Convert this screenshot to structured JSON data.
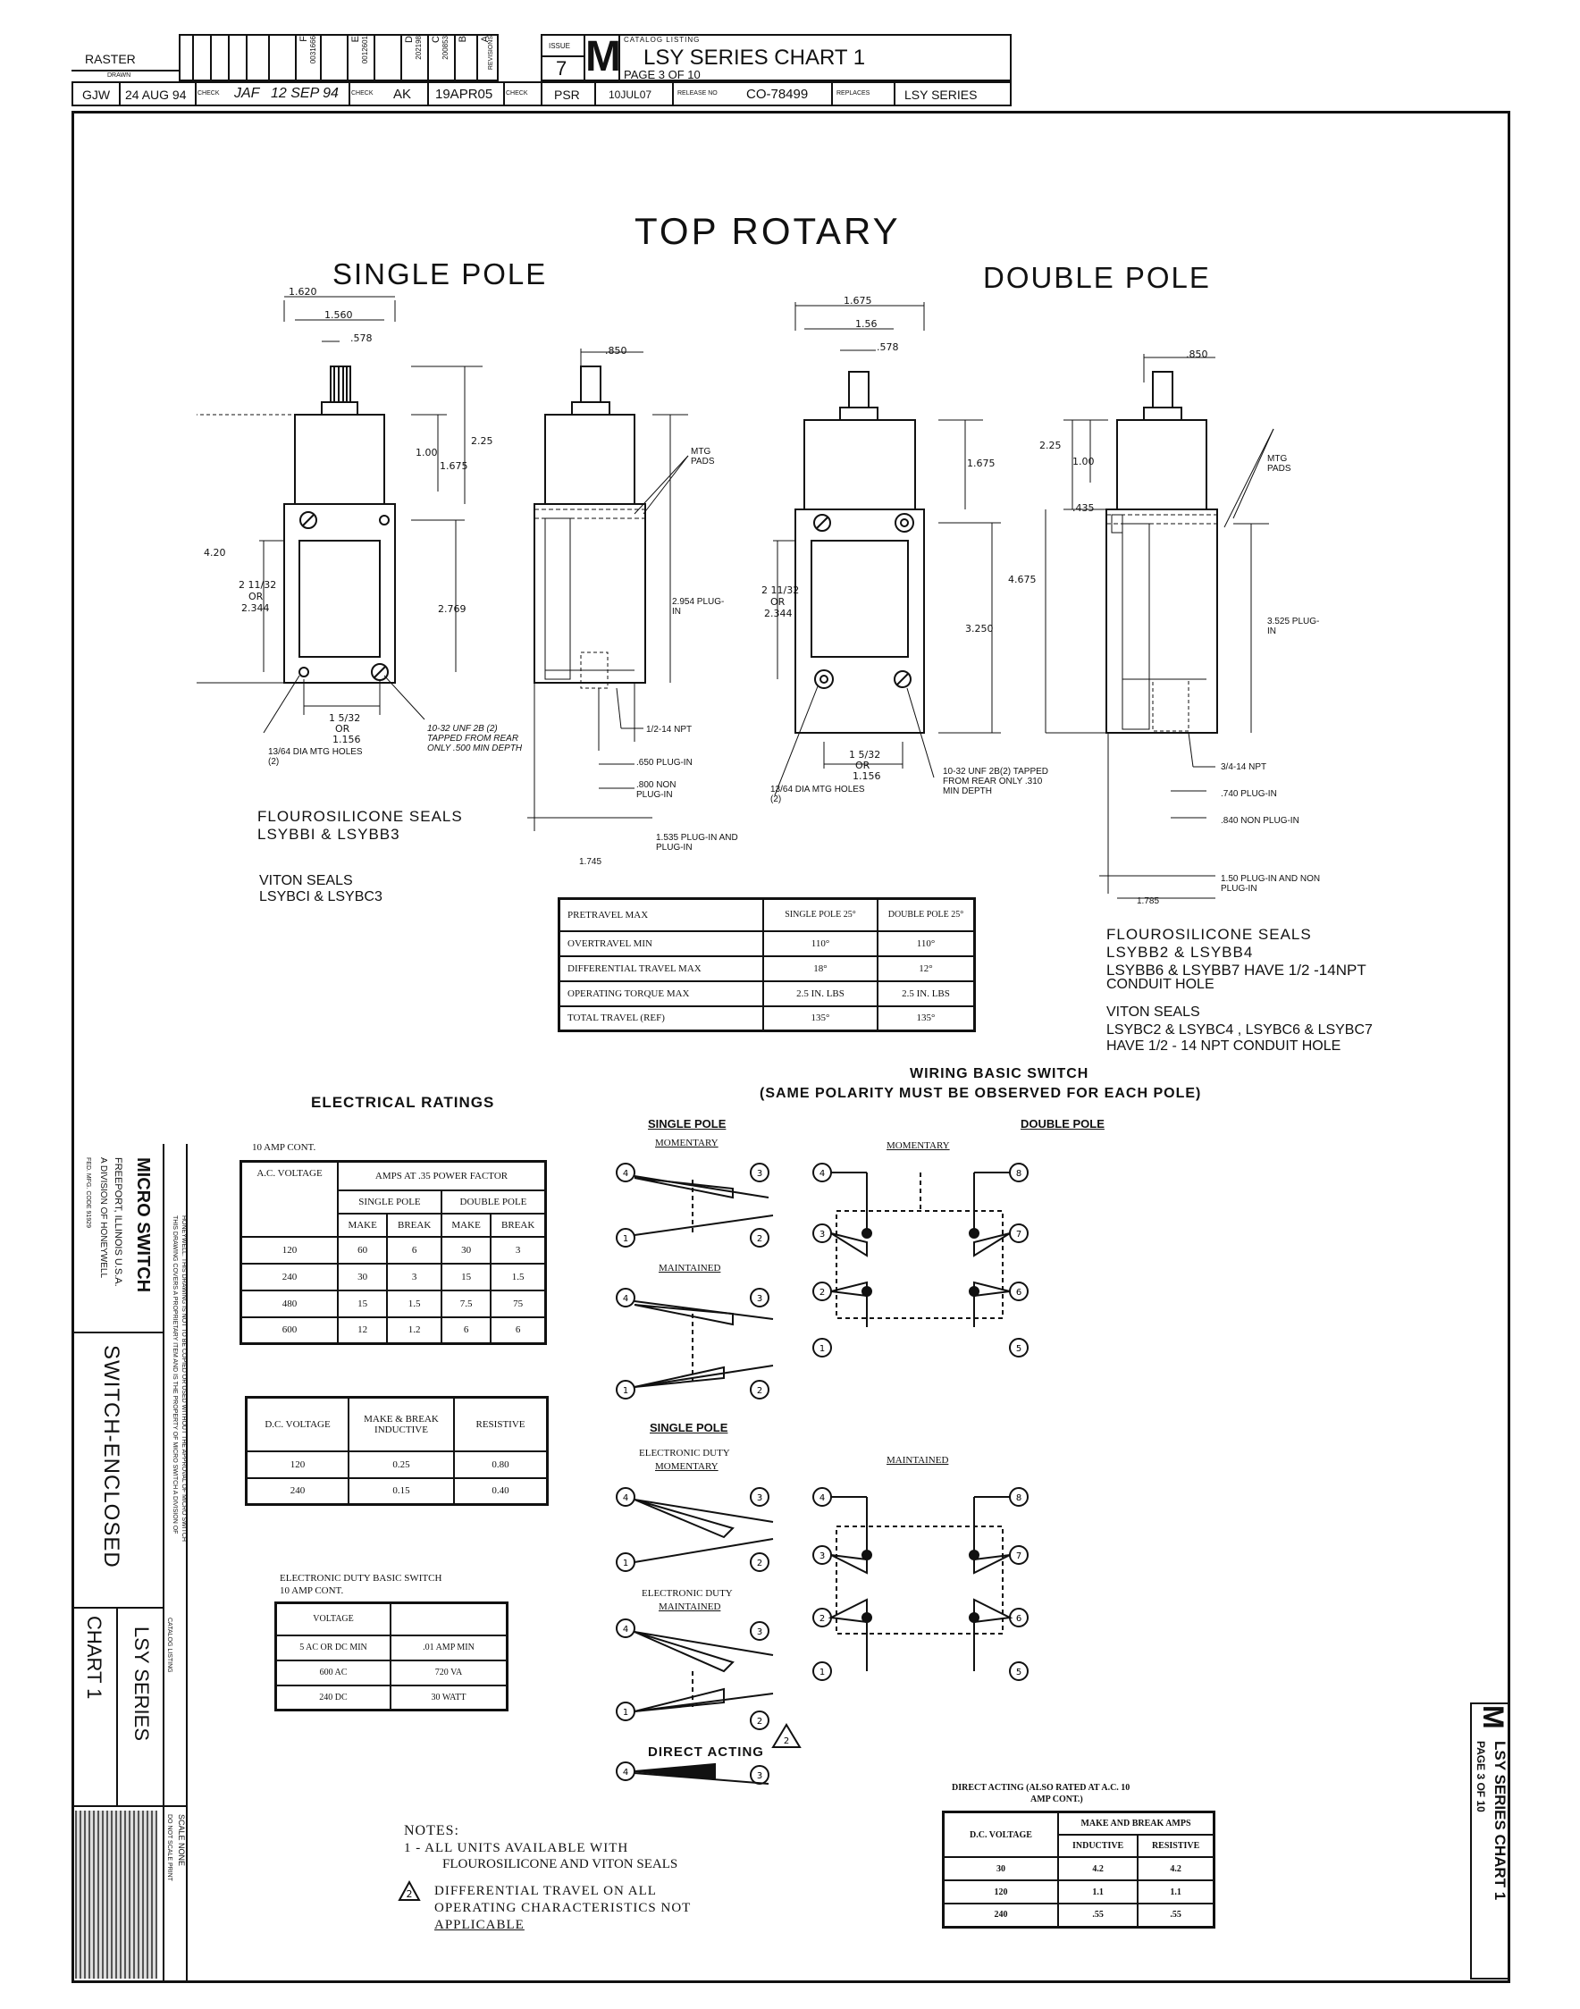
{
  "title_block": {
    "raster_label": "RASTER",
    "drawn_label": "DRAWN",
    "drawn_by": "GJW",
    "drawn_date": "24 AUG 94",
    "check_label": "CHECK",
    "checker1": "JAF",
    "check_date1": "12 SEP 94",
    "checker2": "AK",
    "check_date2": "19APR05",
    "checker3": "PSR",
    "check_date3": "10JUL07",
    "release_label": "RELEASE NO",
    "release_no": "CO-78499",
    "replaces_label": "REPLACES",
    "replaces": "LSY SERIES",
    "issue_label": "ISSUE",
    "issue": "7",
    "logo_letter": "M",
    "catalog_listing_label": "CATALOG LISTING",
    "catalog_title": "LSY SERIES CHART 1",
    "page": "PAGE 3 OF 10",
    "revisions_label": "REVISIONS",
    "rev_letters": [
      "F",
      "E",
      "D",
      "C",
      "B",
      "A"
    ],
    "rev_numbers": [
      "0031666",
      "0012601",
      "202198",
      "200853",
      "",
      ""
    ]
  },
  "main_title": "TOP ROTARY",
  "single_pole_title": "SINGLE POLE",
  "double_pole_title": "DOUBLE POLE",
  "dims_single_front": {
    "w1": "1.620",
    "w2": "1.560",
    "w3": ".578",
    "h225": "2.25",
    "h100": "1.00",
    "h1675": "1.675",
    "h420": "4.20",
    "h211": "2 11/32",
    "or": "OR",
    "h2344": "2.344",
    "h2769": "2.769",
    "w1532": "1 5/32",
    "w1156": "1.156",
    "mtg_holes": "13/64 DIA MTG HOLES (2)",
    "tapped": "10-32 UNF 2B (2) TAPPED FROM REAR ONLY .500 MIN DEPTH"
  },
  "dims_single_side": {
    "w850": ".850",
    "mtg_pads": "MTG PADS",
    "h2954": "2.954 PLUG-IN",
    "npt": "1/2-14 NPT",
    "p650": ".650 PLUG-IN",
    "p800": ".800 NON PLUG-IN",
    "p1535": "1.535 PLUG-IN AND PLUG-IN",
    "w1745": "1.745"
  },
  "dims_double_front": {
    "w1": "1.675",
    "w2": "1.56",
    "w3": ".578",
    "h1675": "1.675",
    "h3250": "3.250",
    "h211": "2 11/32",
    "or": "OR",
    "h2344": "2.344",
    "w1532": "1 5/32",
    "w1156": "1.156",
    "mtg_holes": "13/64 DIA MTG HOLES (2)",
    "tapped": "10-32 UNF 2B(2) TAPPED FROM REAR ONLY .310 MIN DEPTH"
  },
  "dims_double_side": {
    "w850": ".850",
    "h225": "2.25",
    "h100": "1.00",
    "h435": ".435",
    "h4675": "4.675",
    "mtg_pads": "MTG PADS",
    "h3525": "3.525 PLUG-IN",
    "npt": "3/4-14 NPT",
    "p740": ".740 PLUG-IN",
    "p840": ".840 NON PLUG-IN",
    "p150": "1.50 PLUG-IN AND NON PLUG-IN",
    "w1785": "1.785"
  },
  "seals_single": {
    "flouro_title": "FLOUROSILICONE  SEALS",
    "flouro_models": "LSYBBI & LSYBB3",
    "viton_title": "VITON SEALS",
    "viton_models": "LSYBCI & LSYBC3"
  },
  "seals_double": {
    "flouro_title": "FLOUROSILICONE  SEALS",
    "flouro_models": "LSYBB2  &  LSYBB4",
    "flouro_note": "LSYBB6  &  LSYBB7  HAVE 1/2 -14NPT",
    "flouro_note2": "CONDUIT  HOLE",
    "viton_title": "VITON SEALS",
    "viton_models": "LSYBC2 & LSYBC4 , LSYBC6 & LSYBC7",
    "viton_note": "HAVE 1/2 - 14 NPT CONDUIT  HOLE"
  },
  "travel_table": {
    "headers": [
      "",
      "SINGLE POLE 25°",
      "DOUBLE POLE 25°"
    ],
    "rows": [
      [
        "PRETRAVEL MAX",
        "",
        ""
      ],
      [
        "OVERTRAVEL MIN",
        "110°",
        "110°"
      ],
      [
        "DIFFERENTIAL TRAVEL MAX",
        "18°",
        "12°"
      ],
      [
        "OPERATING TORQUE MAX",
        "2.5 IN. LBS",
        "2.5 IN. LBS"
      ],
      [
        "TOTAL TRAVEL (REF)",
        "135°",
        "135°"
      ]
    ]
  },
  "electrical": {
    "title": "ELECTRICAL  RATINGS",
    "cont": "10 AMP CONT.",
    "ac_headers": [
      "A.C. VOLTAGE",
      "AMPS AT .35 POWER FACTOR",
      "SINGLE POLE",
      "DOUBLE POLE",
      "MAKE",
      "BREAK",
      "MAKE",
      "BREAK"
    ],
    "ac_rows": [
      [
        "120",
        "60",
        "6",
        "30",
        "3"
      ],
      [
        "240",
        "30",
        "3",
        "15",
        "1.5"
      ],
      [
        "480",
        "15",
        "1.5",
        "7.5",
        "75"
      ],
      [
        "600",
        "12",
        "1.2",
        "6",
        "6"
      ]
    ],
    "dc_headers": [
      "D.C. VOLTAGE",
      "MAKE & BREAK INDUCTIVE",
      "RESISTIVE"
    ],
    "dc_rows": [
      [
        "120",
        "0.25",
        "0.80"
      ],
      [
        "240",
        "0.15",
        "0.40"
      ]
    ],
    "ed_title": "ELECTRONIC DUTY BASIC SWITCH",
    "ed_cont": "10 AMP CONT.",
    "ed_headers": [
      "VOLTAGE",
      ""
    ],
    "ed_rows": [
      [
        "5 AC OR DC MIN",
        ".01 AMP MIN"
      ],
      [
        "600 AC",
        "720 VA"
      ],
      [
        "240 DC",
        "30 WATT"
      ]
    ]
  },
  "wiring": {
    "title": "WIRING  BASIC SWITCH",
    "subtitle": "(SAME  POLARITY  MUST  BE  OBSERVED  FOR  EACH  POLE)",
    "single_pole": "SINGLE POLE",
    "double_pole": "DOUBLE  POLE",
    "momentary": "MOMENTARY",
    "maintained": "MAINTAINED",
    "single_pole2": "SINGLE POLE",
    "ed_momentary_1": "ELECTRONIC DUTY",
    "ed_momentary_2": "MOMENTARY",
    "ed_maintained_1": "ELECTRONIC DUTY",
    "ed_maintained_2": "MAINTAINED",
    "direct_acting": "DIRECT  ACTING",
    "triangle_num": "2",
    "terminals": [
      "1",
      "2",
      "3",
      "4",
      "5",
      "6",
      "7",
      "8"
    ]
  },
  "notes": {
    "title": "NOTES:",
    "n1": "1 - ALL UNITS AVAILABLE WITH",
    "n1b": "FLOUROSILICONE AND VITON SEALS",
    "n2_num": "2",
    "n2": "DIFFERENTIAL TRAVEL ON ALL",
    "n2b": "OPERATING CHARACTERISTICS NOT",
    "n2c": "APPLICABLE"
  },
  "direct_table": {
    "title": "DIRECT ACTING (ALSO RATED AT A.C. 10",
    "title2": "AMP CONT.)",
    "headers": [
      "D.C. VOLTAGE",
      "MAKE AND BREAK AMPS",
      "INDUCTIVE",
      "RESISTIVE"
    ],
    "rows": [
      [
        "30",
        "4.2",
        "4.2"
      ],
      [
        "120",
        "1.1",
        "1.1"
      ],
      [
        "240",
        ".55",
        ".55"
      ]
    ]
  },
  "left_strip": {
    "company": "MICRO SWITCH",
    "address": "FREEPORT, ILLINOIS U.S.A.",
    "division": "A DIVISION OF HONEYWELL",
    "fed_code": "FED. MFG. CODE 91929",
    "proprietary": "THIS DRAWING COVERS A PROPRIETARY ITEM AND IS THE PROPERTY OF MICRO SWITCH A DIVISION OF",
    "proprietary2": "HONEYWELL. THIS DRAWING IS NOT TO BE COPIED OR USED WITHOUT THE APPROVAL OF MICRO SWITCH",
    "product": "SWITCH-ENCLOSED",
    "cat_label": "CATALOG LISTING",
    "series": "LSY SERIES",
    "chart": "CHART 1",
    "scale": "SCALE NONE",
    "no_scale": "DO NOT SCALE PRINT"
  },
  "right_tab": {
    "logo": "M",
    "title": "LSY SERIES CHART 1",
    "page": "PAGE 3 OF 10"
  }
}
